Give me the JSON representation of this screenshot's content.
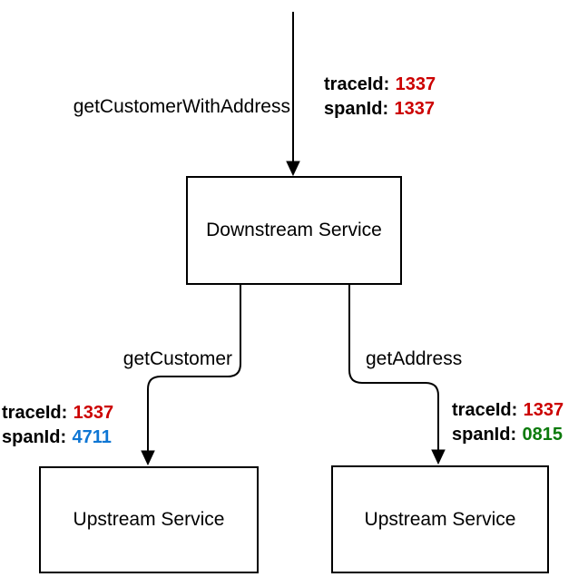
{
  "nodes": {
    "downstream": {
      "label": "Downstream Service"
    },
    "upstream_left": {
      "label": "Upstream Service"
    },
    "upstream_right": {
      "label": "Upstream Service"
    }
  },
  "edges": {
    "incoming": {
      "label": "getCustomerWithAddress",
      "trace": [
        {
          "key": "traceId:",
          "value": "1337",
          "color": "#cc0000"
        },
        {
          "key": "spanId:",
          "value": "1337",
          "color": "#cc0000"
        }
      ]
    },
    "get_customer": {
      "label": "getCustomer",
      "trace": [
        {
          "key": "traceId:",
          "value": "1337",
          "color": "#cc0000"
        },
        {
          "key": "spanId:",
          "value": "4711",
          "color": "#0e76d4"
        }
      ]
    },
    "get_address": {
      "label": "getAddress",
      "trace": [
        {
          "key": "traceId:",
          "value": "1337",
          "color": "#cc0000"
        },
        {
          "key": "spanId:",
          "value": "0815",
          "color": "#0c7a0c"
        }
      ]
    }
  },
  "colors": {
    "line": "#000000",
    "red": "#cc0000",
    "blue": "#0e76d4",
    "green": "#0c7a0c",
    "background": "#ffffff"
  }
}
